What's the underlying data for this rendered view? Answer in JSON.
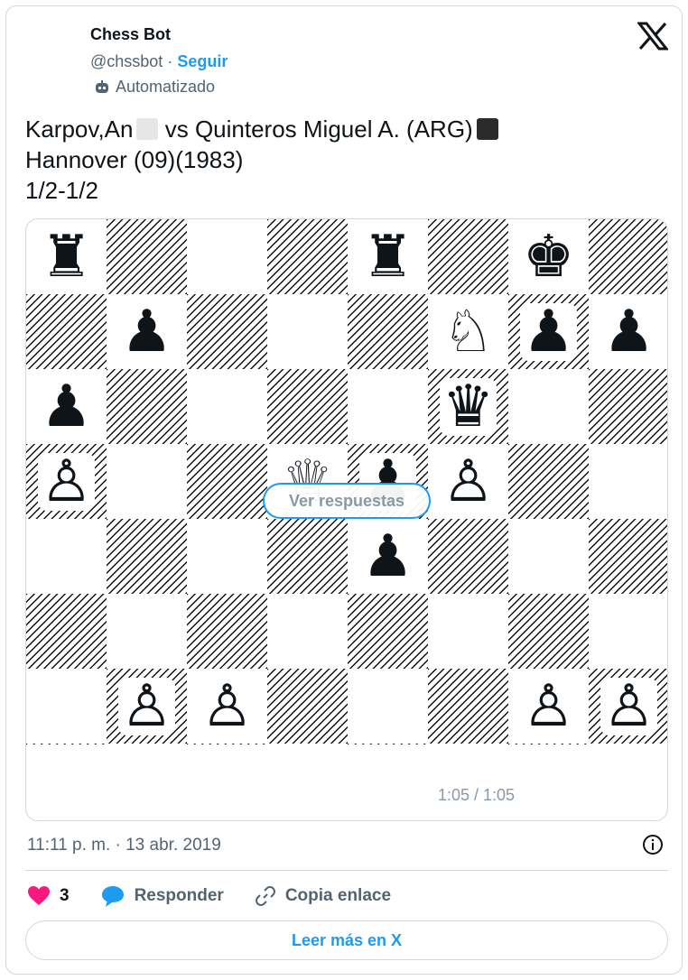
{
  "author": {
    "name": "Chess Bot",
    "handle": "@chssbot",
    "separator": "·",
    "follow_label": "Seguir",
    "automated_label": "Automatizado"
  },
  "tweet": {
    "line1_white": "Karpov,An",
    "line1_vs": "vs Quinteros Miguel A. (ARG)",
    "line2": "Hannover (09)(1983)",
    "line3": "1/2-1/2"
  },
  "media": {
    "time_label": "1:05 / 1:05",
    "replies_button": "Ver respuestas",
    "pieces": [
      {
        "sq": "a8",
        "g": "♜"
      },
      {
        "sq": "e8",
        "g": "♜"
      },
      {
        "sq": "g8",
        "g": "♚"
      },
      {
        "sq": "b7",
        "g": "♟"
      },
      {
        "sq": "f7",
        "g": "♘"
      },
      {
        "sq": "g7",
        "g": "♟"
      },
      {
        "sq": "h7",
        "g": "♟"
      },
      {
        "sq": "a6",
        "g": "♟"
      },
      {
        "sq": "f6",
        "g": "♛"
      },
      {
        "sq": "a5",
        "g": "♙"
      },
      {
        "sq": "d5",
        "g": "♕"
      },
      {
        "sq": "e5",
        "g": "♟"
      },
      {
        "sq": "f5",
        "g": "♙"
      },
      {
        "sq": "e4",
        "g": "♟"
      },
      {
        "sq": "b2",
        "g": "♙"
      },
      {
        "sq": "c2",
        "g": "♙"
      },
      {
        "sq": "g2",
        "g": "♙"
      },
      {
        "sq": "h2",
        "g": "♙"
      }
    ]
  },
  "meta": {
    "timestamp": "11:11 p. m. · 13 abr. 2019"
  },
  "actions": {
    "likes_count": "3",
    "reply_label": "Responder",
    "copy_link_label": "Copia enlace"
  },
  "footer": {
    "read_more_label": "Leer más en X"
  },
  "colors": {
    "accent": "#1d9bf0",
    "like": "#f91880",
    "border": "#cfd9de"
  }
}
